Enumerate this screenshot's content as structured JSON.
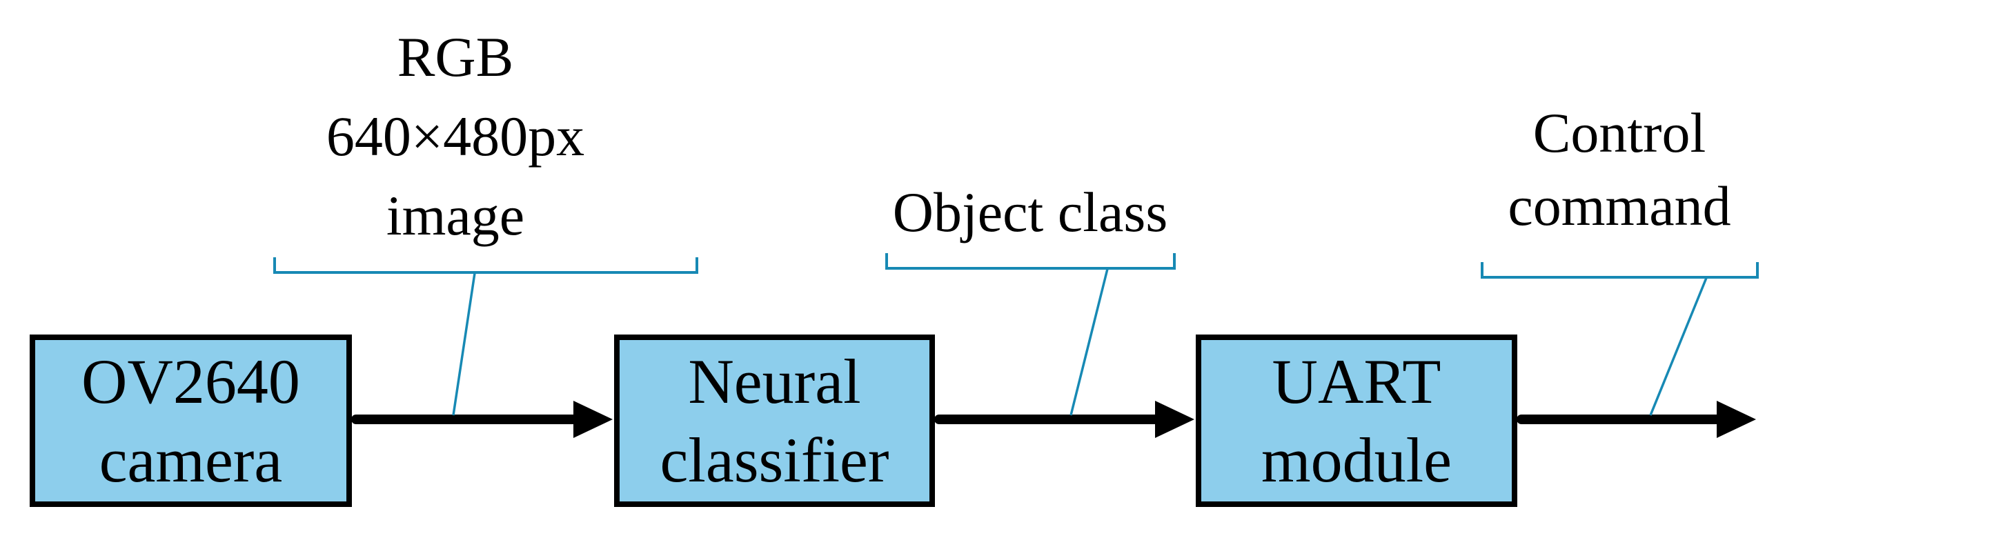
{
  "figure": {
    "boxes": [
      {
        "id": "camera",
        "line1": "OV2640",
        "line2": "camera"
      },
      {
        "id": "classifier",
        "line1": "Neural",
        "line2": "classifier"
      },
      {
        "id": "uart",
        "line1": "UART",
        "line2": "module"
      }
    ],
    "labels": [
      {
        "id": "rgb-image",
        "line1": "RGB",
        "line2": "640×480px",
        "line3": "image"
      },
      {
        "id": "object-class",
        "line1": "Object class",
        "line2": "",
        "line3": ""
      },
      {
        "id": "control-command",
        "line1": "Control",
        "line2": "command",
        "line3": ""
      }
    ],
    "colors": {
      "background": "#ffffff",
      "box_fill": "#8DCEEC",
      "box_border": "#000000",
      "arrow": "#000000",
      "callout": "#1789B4",
      "text": "#000000"
    }
  }
}
